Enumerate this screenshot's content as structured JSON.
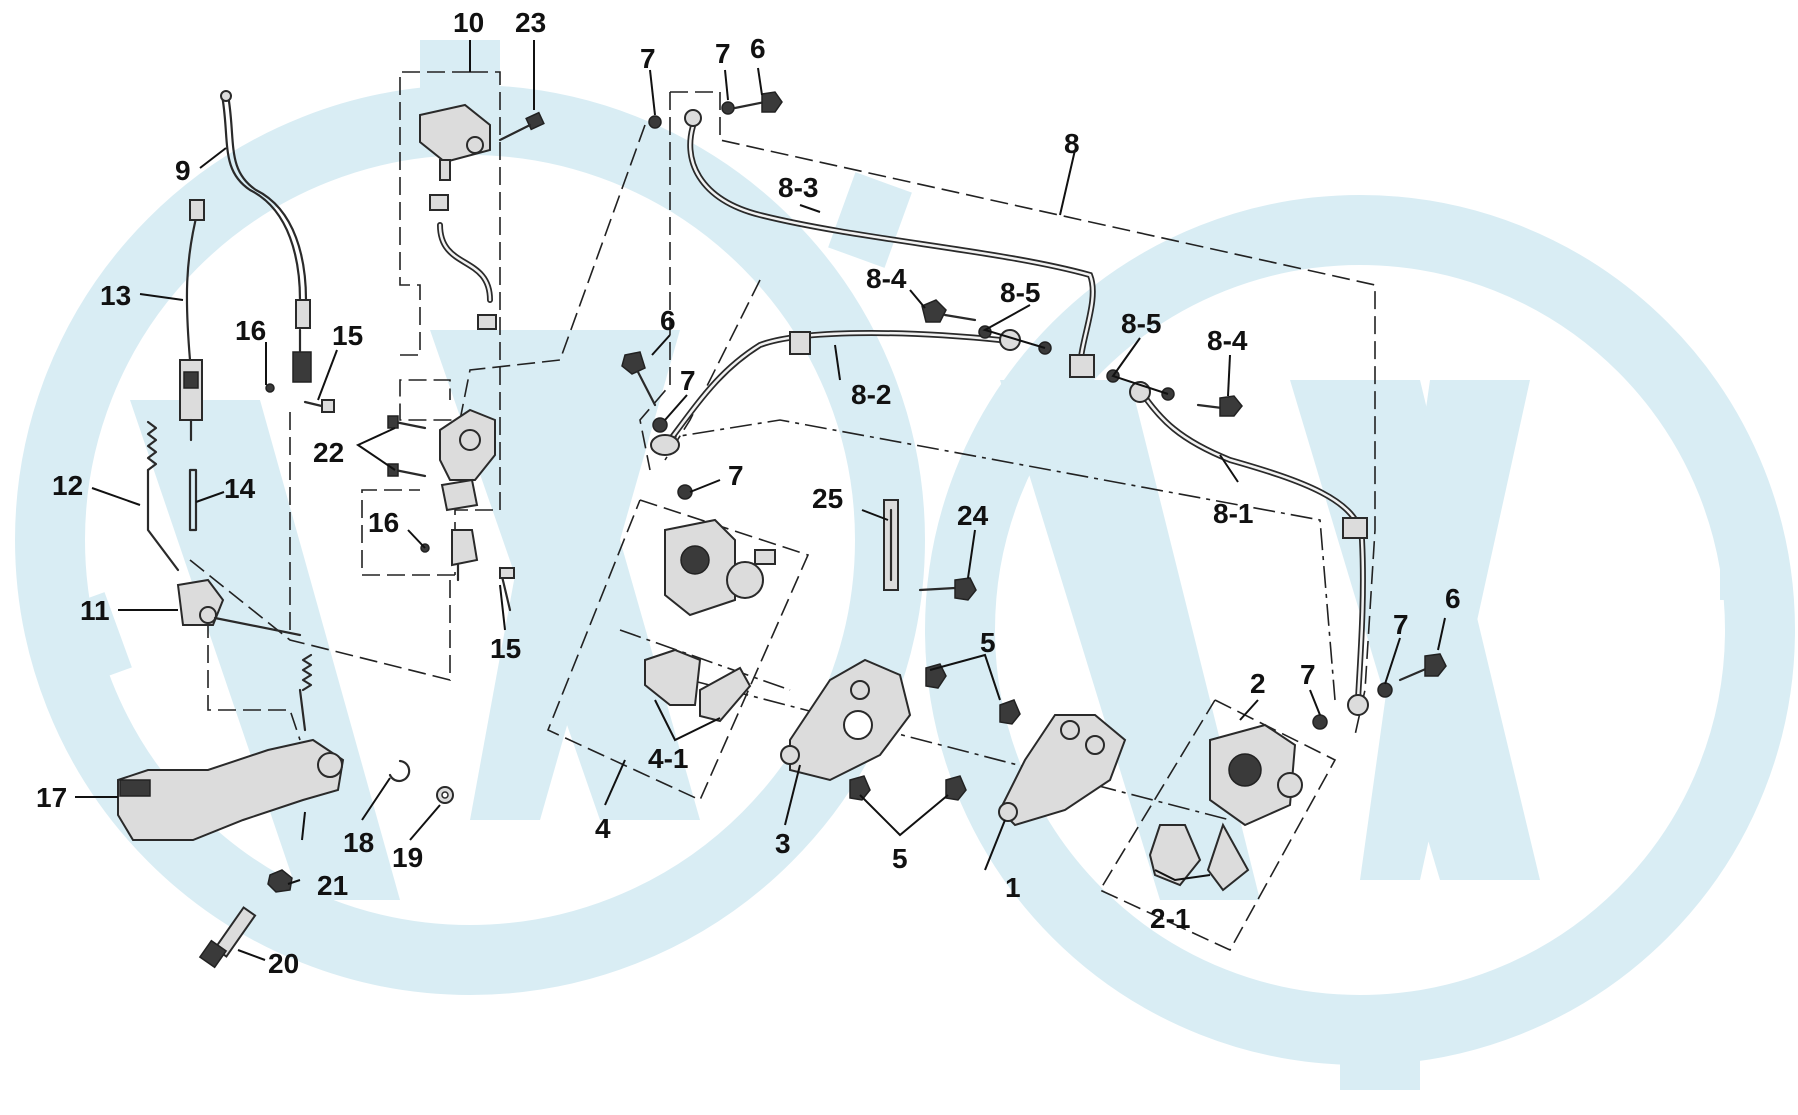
{
  "watermark": {
    "color": "#d9edf4",
    "shape": "gear-and-W-logo-watermark"
  },
  "colors": {
    "line": "#2a2a2a",
    "label": "#111111"
  },
  "labels": {
    "p1": "1",
    "p2": "2",
    "p2_1": "2-1",
    "p3": "3",
    "p4": "4",
    "p4_1": "4-1",
    "p5": "5",
    "p6": "6",
    "p7": "7",
    "p8": "8",
    "p8_1": "8-1",
    "p8_2": "8-2",
    "p8_3": "8-3",
    "p8_4": "8-4",
    "p8_5": "8-5",
    "p9": "9",
    "p10": "10",
    "p11": "11",
    "p12": "12",
    "p13": "13",
    "p14": "14",
    "p15": "15",
    "p16": "16",
    "p17": "17",
    "p18": "18",
    "p19": "19",
    "p20": "20",
    "p21": "21",
    "p22": "22",
    "p23": "23",
    "p24": "24",
    "p25": "25"
  }
}
